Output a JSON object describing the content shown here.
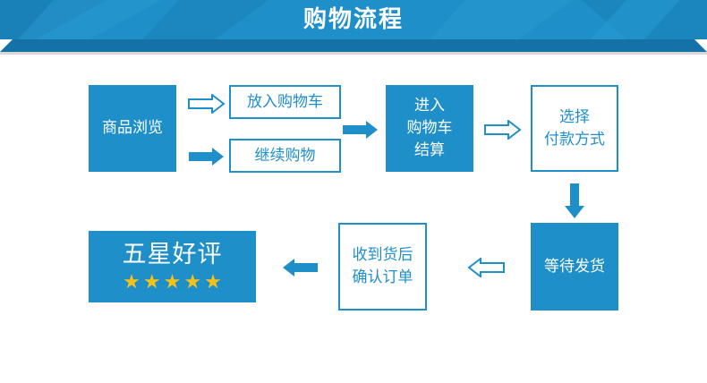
{
  "header": {
    "title": "购物流程"
  },
  "colors": {
    "primary": "#1e8fc9",
    "banner_dark": "#1572a8",
    "star": "#f6c21a"
  },
  "steps": {
    "browse": "商品浏览",
    "add_to_cart": "放入购物车",
    "continue_shopping": "继续购物",
    "checkout": [
      "进入",
      "购物车",
      "结算"
    ],
    "payment": [
      "选择",
      "付款方式"
    ],
    "await_shipping": "等待发货",
    "confirm_order": [
      "收到货后",
      "确认订单"
    ],
    "rating": {
      "label": "五星好评",
      "stars": 5
    }
  }
}
